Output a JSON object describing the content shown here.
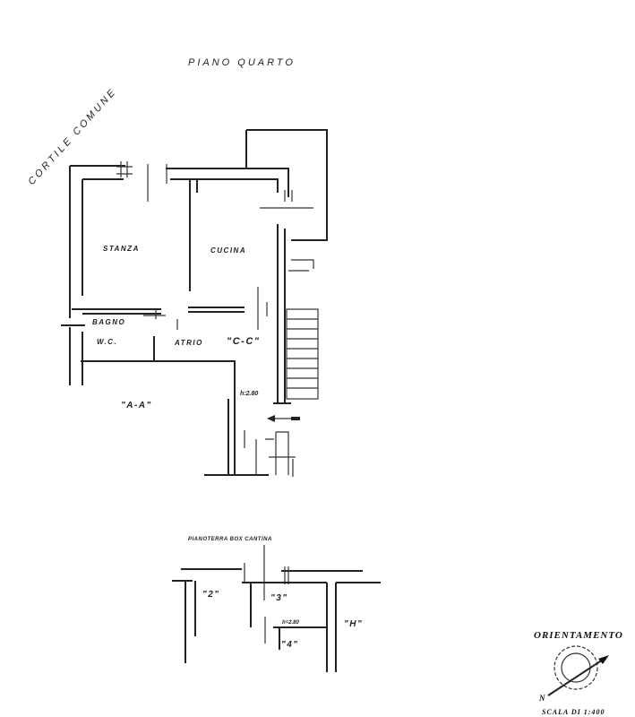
{
  "plan": {
    "title": "PIANO QUARTO",
    "courtyard": "CORTILE COMUNE",
    "rooms": {
      "stanza": "STANZA",
      "cucina": "CUCINA",
      "bagno": "BAGNO",
      "wc": "W.C.",
      "atrio": "ATRIO",
      "cc": "\"C-C\"",
      "aa": "\"A-A\"",
      "height": "h:2.80"
    }
  },
  "ground": {
    "title": "PIANOTERRA BOX CANTINA",
    "labels": [
      "\"2\"",
      "\"3\"",
      "h=2.80",
      "\"H\"",
      "\"4\""
    ]
  },
  "legend": {
    "orientation": "ORIENTAMENTO",
    "north": "N",
    "scale": "SCALA DI 1:400"
  }
}
